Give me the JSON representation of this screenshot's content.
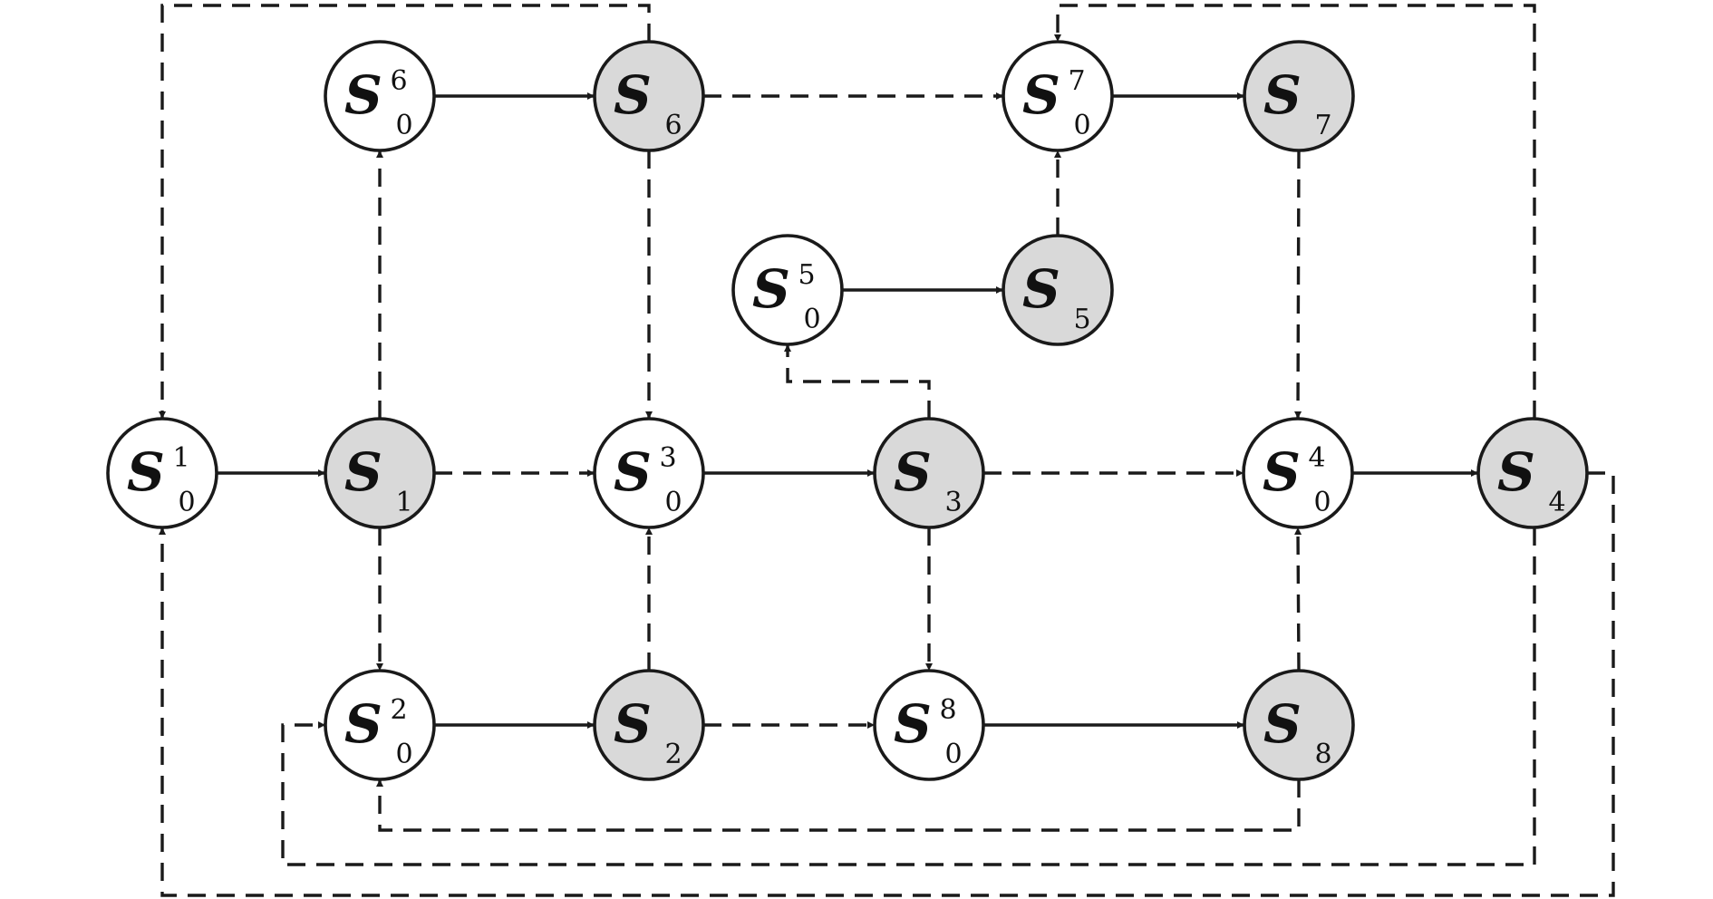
{
  "colors": {
    "initial_fill": "#ffffff",
    "state_fill": "#d9d9d9",
    "stroke": "#1a1a1a"
  },
  "nodes": [
    {
      "id": "S0_1",
      "main": "S",
      "sup": "1",
      "sub": "0",
      "kind": "initial"
    },
    {
      "id": "S1",
      "main": "S",
      "sup": "",
      "sub": "1",
      "kind": "state"
    },
    {
      "id": "S0_3",
      "main": "S",
      "sup": "3",
      "sub": "0",
      "kind": "initial"
    },
    {
      "id": "S3",
      "main": "S",
      "sup": "",
      "sub": "3",
      "kind": "state"
    },
    {
      "id": "S0_4",
      "main": "S",
      "sup": "4",
      "sub": "0",
      "kind": "initial"
    },
    {
      "id": "S4",
      "main": "S",
      "sup": "",
      "sub": "4",
      "kind": "state"
    },
    {
      "id": "S0_6",
      "main": "S",
      "sup": "6",
      "sub": "0",
      "kind": "initial"
    },
    {
      "id": "S6",
      "main": "S",
      "sup": "",
      "sub": "6",
      "kind": "state"
    },
    {
      "id": "S0_7",
      "main": "S",
      "sup": "7",
      "sub": "0",
      "kind": "initial"
    },
    {
      "id": "S7",
      "main": "S",
      "sup": "",
      "sub": "7",
      "kind": "state"
    },
    {
      "id": "S0_5",
      "main": "S",
      "sup": "5",
      "sub": "0",
      "kind": "initial"
    },
    {
      "id": "S5",
      "main": "S",
      "sup": "",
      "sub": "5",
      "kind": "state"
    },
    {
      "id": "S0_2",
      "main": "S",
      "sup": "2",
      "sub": "0",
      "kind": "initial"
    },
    {
      "id": "S2",
      "main": "S",
      "sup": "",
      "sub": "2",
      "kind": "state"
    },
    {
      "id": "S0_8",
      "main": "S",
      "sup": "8",
      "sub": "0",
      "kind": "initial"
    },
    {
      "id": "S8",
      "main": "S",
      "sup": "",
      "sub": "8",
      "kind": "state"
    }
  ],
  "edges": [
    {
      "from": "S0_1",
      "to": "S1",
      "style": "solid"
    },
    {
      "from": "S0_3",
      "to": "S3",
      "style": "solid"
    },
    {
      "from": "S0_4",
      "to": "S4",
      "style": "solid"
    },
    {
      "from": "S0_6",
      "to": "S6",
      "style": "solid"
    },
    {
      "from": "S0_7",
      "to": "S7",
      "style": "solid"
    },
    {
      "from": "S0_5",
      "to": "S5",
      "style": "solid"
    },
    {
      "from": "S0_2",
      "to": "S2",
      "style": "solid"
    },
    {
      "from": "S0_8",
      "to": "S8",
      "style": "solid"
    },
    {
      "from": "S1",
      "to": "S0_3",
      "style": "dashed"
    },
    {
      "from": "S3",
      "to": "S0_4",
      "style": "dashed"
    },
    {
      "from": "S6",
      "to": "S0_7",
      "style": "dashed"
    },
    {
      "from": "S2",
      "to": "S0_8",
      "style": "dashed"
    },
    {
      "from": "S1",
      "to": "S0_6",
      "style": "dashed"
    },
    {
      "from": "S1",
      "to": "S0_2",
      "style": "dashed"
    },
    {
      "from": "S6",
      "to": "S0_3",
      "style": "dashed"
    },
    {
      "from": "S2",
      "to": "S0_3",
      "style": "dashed"
    },
    {
      "from": "S3",
      "to": "S0_8",
      "style": "dashed"
    },
    {
      "from": "S5",
      "to": "S0_7",
      "style": "dashed"
    },
    {
      "from": "S7",
      "to": "S0_4",
      "style": "dashed"
    },
    {
      "from": "S8",
      "to": "S0_4",
      "style": "dashed"
    },
    {
      "from": "S3",
      "to": "S0_5",
      "style": "dashed"
    },
    {
      "from": "S6",
      "to": "S0_1",
      "style": "dashed"
    },
    {
      "from": "S4",
      "to": "S0_7",
      "style": "dashed"
    },
    {
      "from": "S4",
      "to": "S0_2",
      "style": "dashed"
    },
    {
      "from": "S4",
      "to": "S0_1",
      "style": "dashed"
    },
    {
      "from": "S8",
      "to": "S0_2",
      "style": "dashed"
    }
  ]
}
